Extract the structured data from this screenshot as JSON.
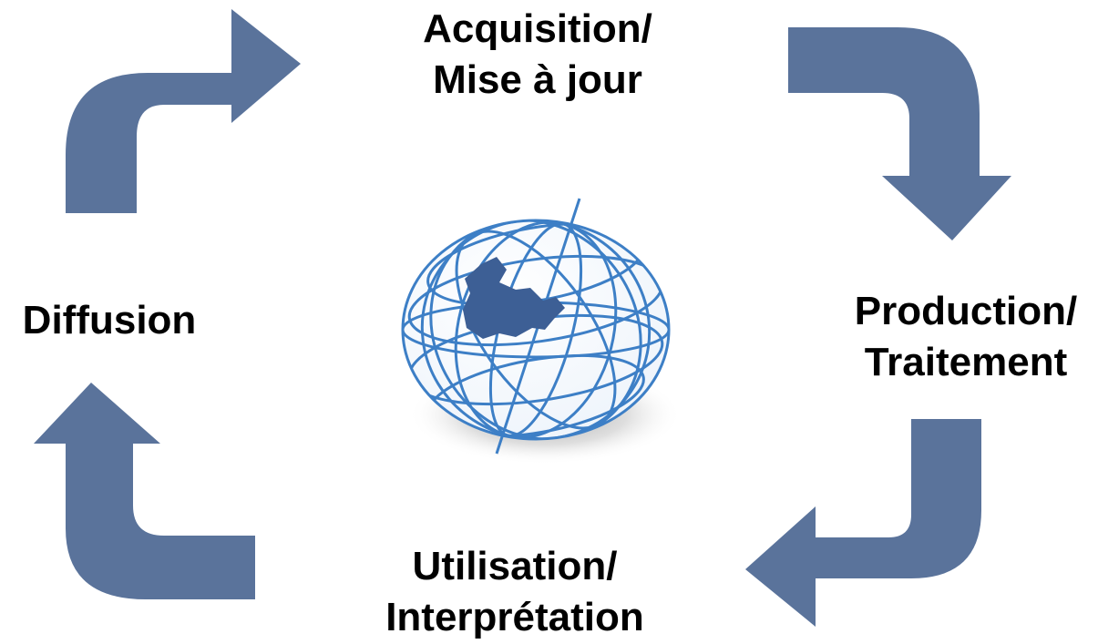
{
  "colors": {
    "arrow": "#5a739b",
    "globe_lines": "#3d7fc6",
    "globe_shape": "#3d5f95",
    "text": "#000000"
  },
  "cycle": {
    "stage_top": {
      "line1": "Acquisition/",
      "line2": "Mise à jour"
    },
    "stage_right": {
      "line1": "Production/",
      "line2": "Traitement"
    },
    "stage_bottom": {
      "line1": "Utilisation/",
      "line2": "Interprétation"
    },
    "stage_left": {
      "line1": "Diffusion"
    }
  },
  "center_icon": "globe-icon"
}
